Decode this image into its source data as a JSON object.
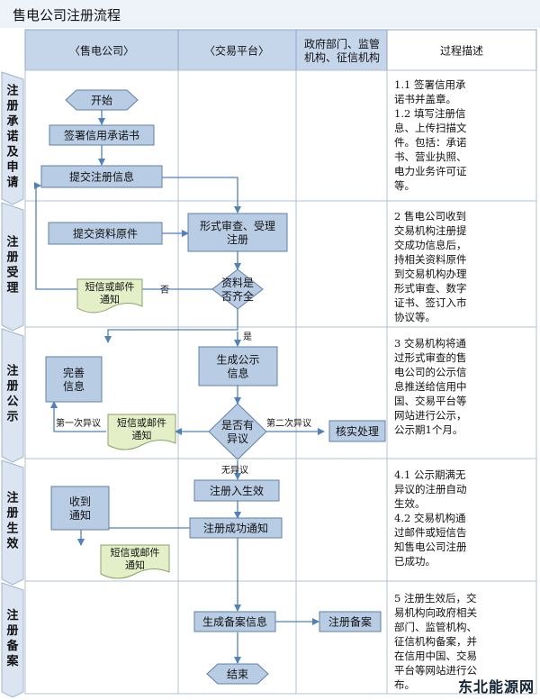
{
  "title": "售电公司注册流程",
  "columns": [
    "〈售电公司〉",
    "〈交易平台〉",
    "政府部门、监管\n机构、征信机构",
    "过程描述"
  ],
  "stages": [
    "注\n册\n承\n诺\n及\n申\n请",
    "注\n册\n受\n理",
    "注\n册\n公\n示",
    "注\n册\n生\n效",
    "注\n册\n备\n案"
  ],
  "nodes": {
    "start": "开始",
    "sign": "签署信用承诺书",
    "submit": "提交注册信息",
    "submit_orig": "提交资料原件",
    "review": "形式审查、受理\n注册",
    "complete_q": "资料是\n否齐全",
    "notify1": "短信或邮件\n通知",
    "improve": "完善\n信息",
    "gen_notice": "生成公示\n信息",
    "objection_q": "是否有\n异议",
    "notify2": "短信或邮件\n通知",
    "verify": "核实处理",
    "effective": "注册入生效",
    "success_notice": "注册成功通知",
    "received": "收到\n通知",
    "notify3": "短信或邮件\n通知",
    "gen_record": "生成备案信息",
    "record": "注册备案",
    "end": "结束"
  },
  "edge_labels": {
    "no": "否",
    "yes": "是",
    "first": "第一次异议",
    "second": "第二次异议",
    "none": "无异议"
  },
  "descriptions": [
    "1.1 签署信用承\n诺书并盖章。\n1.2 填写注册信\n息、上传扫描文\n件。包括：承诺\n书、营业执照、\n电力业务许可证\n等。",
    "2 售电公司收到\n交易机构注册提\n交成功信息后，\n持相关资料原件\n到交易机构办理\n形式审查、数字\n证书、签订入市\n协议等。",
    "3 交易机构将通\n过形式审查的售\n电公司的公示信\n息推送给信用中\n国、交易平台等\n网站进行公示，\n公示期1个月。",
    "4.1 公示期满无\n异议的注册自动\n生效。\n4.2 交易机构通\n过邮件或短信告\n知售电公司注册\n已成功。",
    "5 注册生效后，交\n易机构向政府相关\n部门、监管机构、\n征信机构备案，并\n在信用中国、交易\n平台等网站进行公\n布。"
  ],
  "watermark": "东北能源网",
  "colors": {
    "header": "#c5d5ea",
    "stage": "#dbe5f1",
    "box": "#b8cce4",
    "line": "#4f81bd",
    "doc": "#e4efc8"
  }
}
